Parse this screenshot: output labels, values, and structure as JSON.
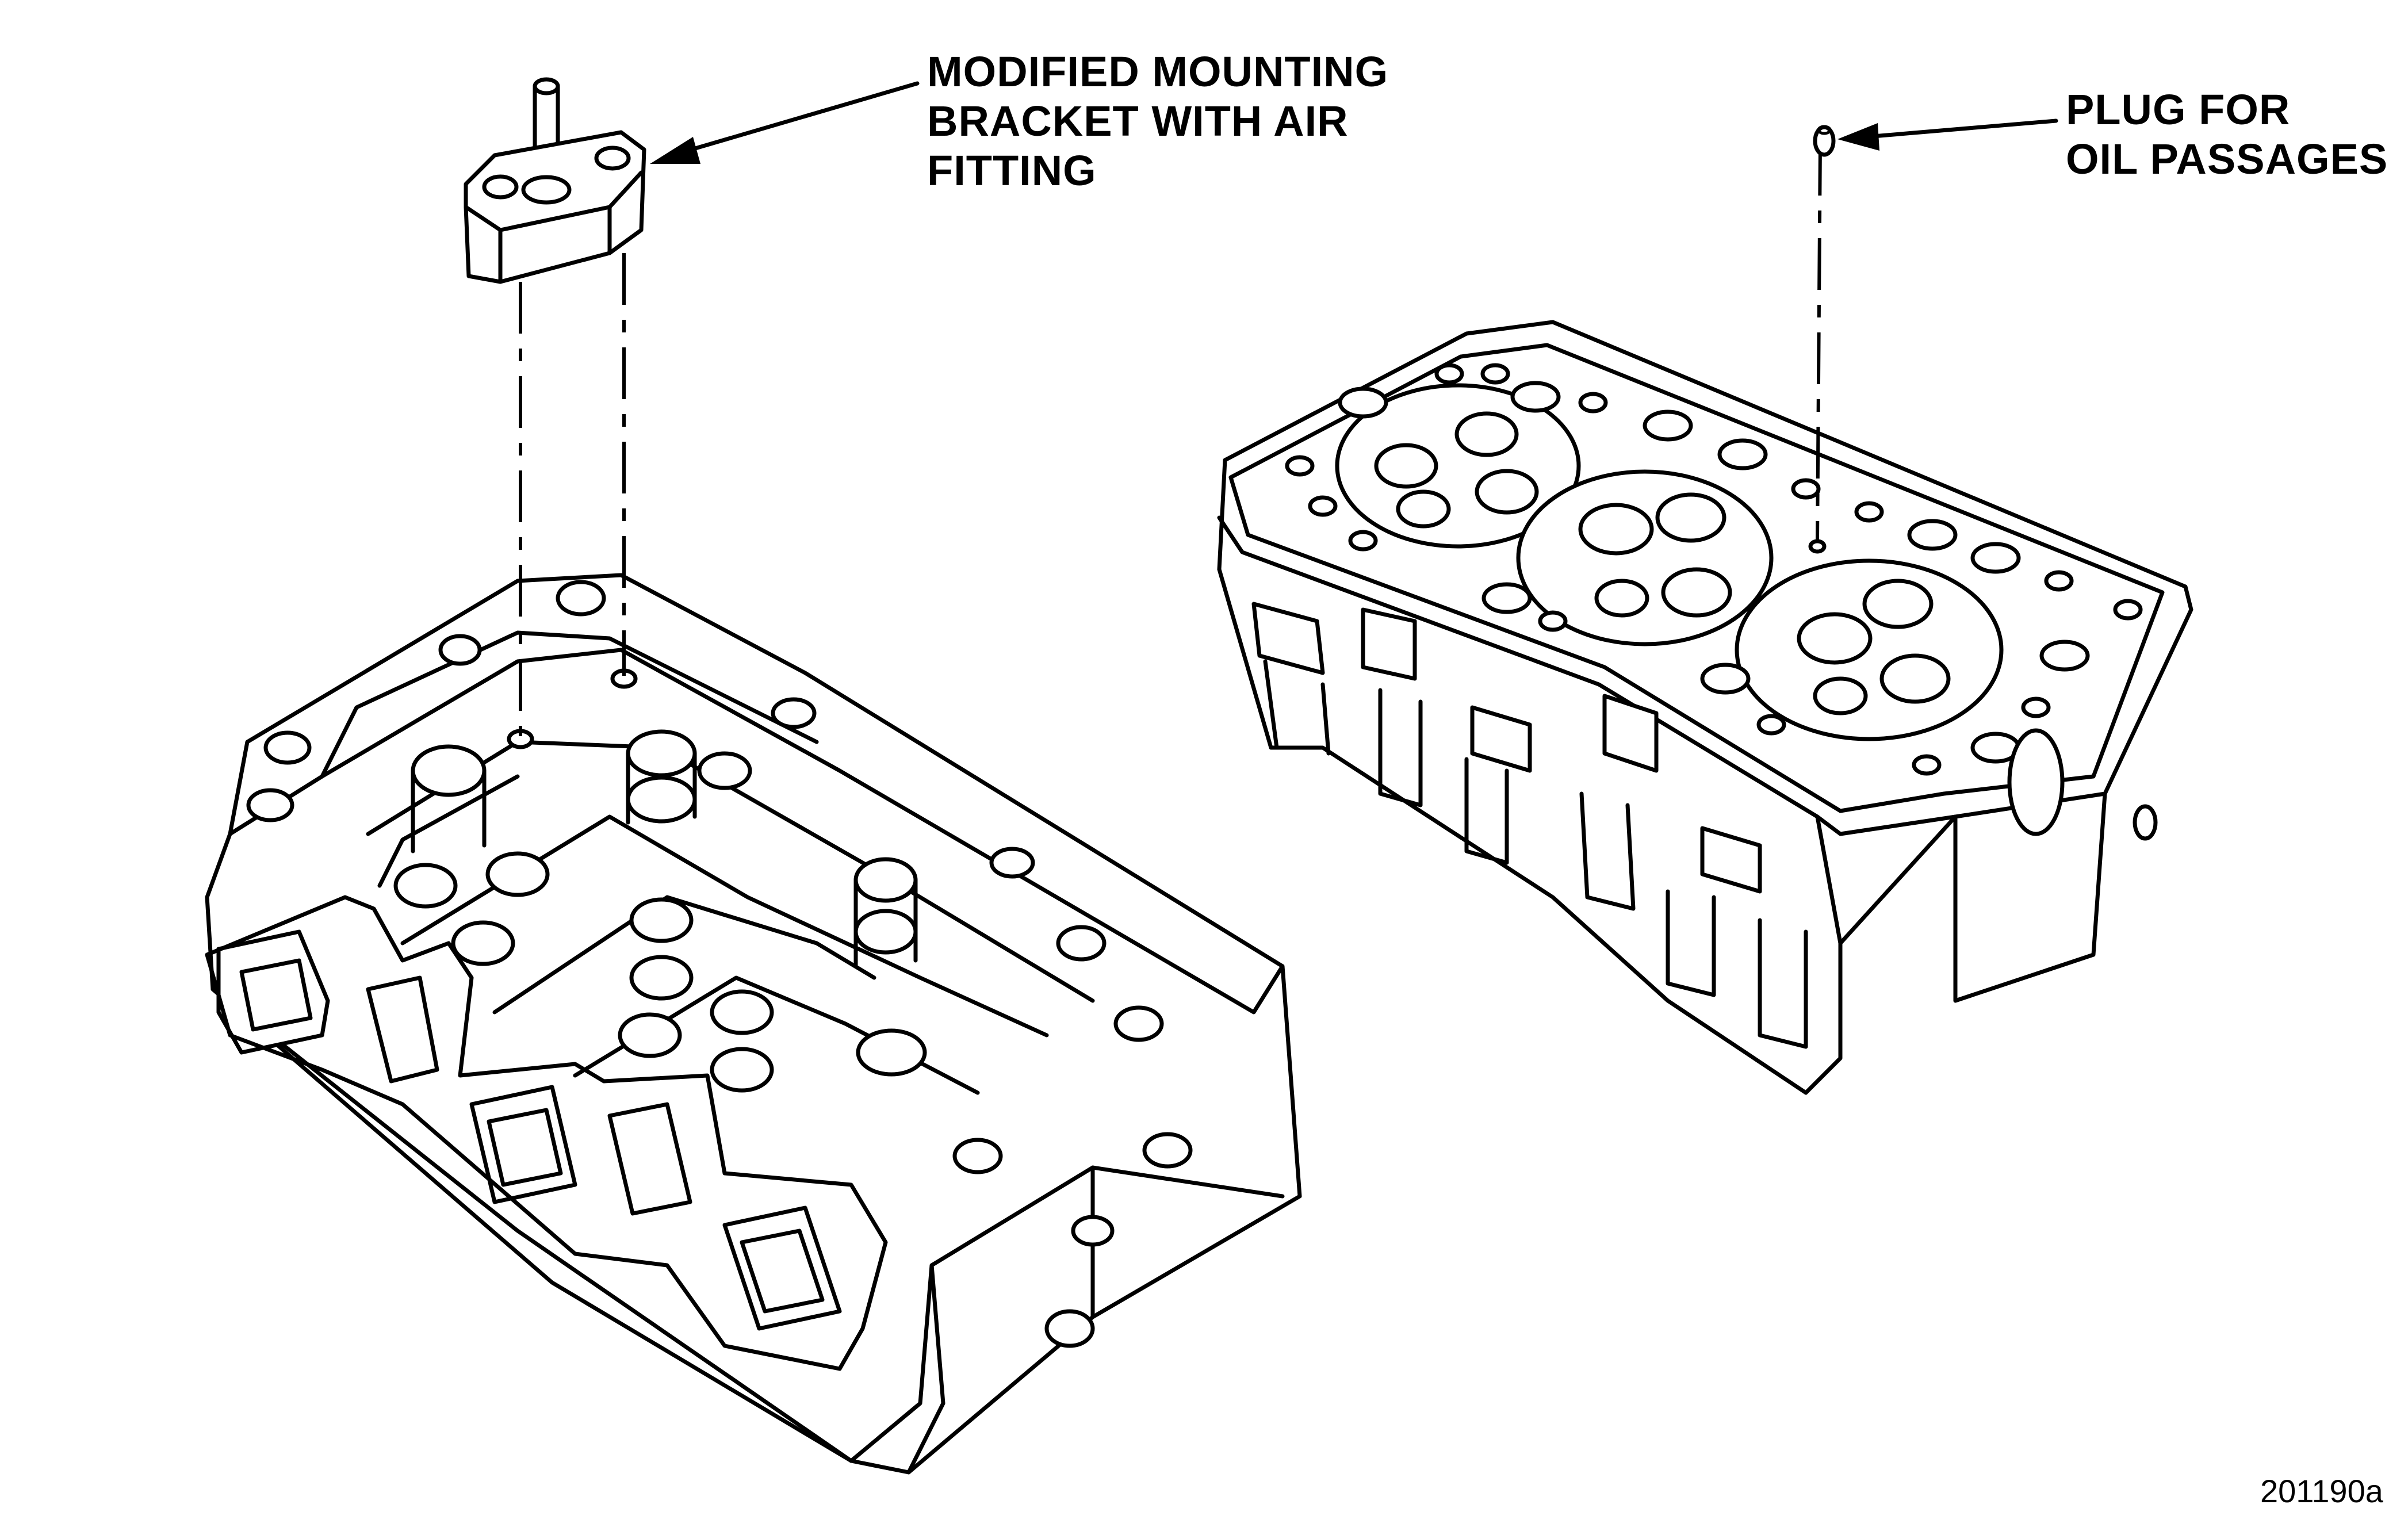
{
  "callouts": {
    "bracket": {
      "lines": [
        "MODIFIED MOUNTING",
        "BRACKET WITH AIR",
        "FITTING"
      ]
    },
    "plug": {
      "lines": [
        "PLUG FOR",
        "OIL PASSAGES"
      ]
    }
  },
  "figure_number": "201190a",
  "colors": {
    "line": "#000000",
    "background": "#ffffff"
  }
}
